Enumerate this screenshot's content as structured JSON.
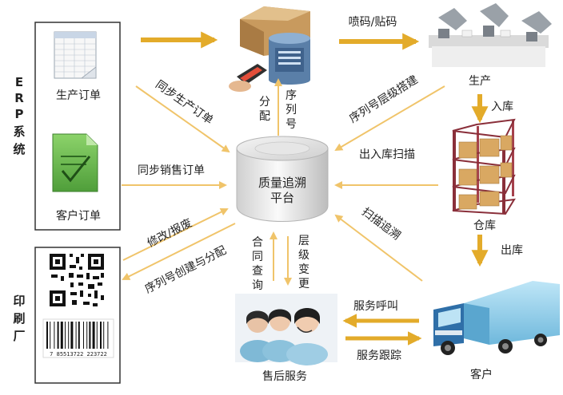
{
  "sidebar": {
    "erp_label": [
      "E",
      "R",
      "P",
      "系",
      "统"
    ],
    "printer_label": [
      "印",
      "刷",
      "厂"
    ]
  },
  "nodes": {
    "production_order": "生产订单",
    "customer_order": "客户订单",
    "platform": [
      "质量追溯",
      "平台"
    ],
    "production": "生产",
    "warehouse": "仓库",
    "customer": "客户",
    "after_sales": "售后服务"
  },
  "edges": {
    "print_code": "喷码/贴码",
    "sync_production_order": "同步生产订单",
    "sync_sales_order": "同步销售订单",
    "modify_scrap": "修改/报废",
    "serial_create": "序列号创建与分配",
    "assign_serial": [
      "分",
      "配"
    ],
    "serial_number": [
      "序",
      "列",
      "号"
    ],
    "serial_hierarchy": "序列号层级搭建",
    "inout_scan": "出入库扫描",
    "scan_trace": "扫描追溯",
    "into_storage": "入库",
    "out_storage": "出库",
    "joint_query": [
      "合",
      "同",
      "查",
      "询"
    ],
    "level_change": [
      "层",
      "级",
      "变",
      "更"
    ],
    "service_call": "服务呼叫",
    "service_track": "服务跟踪"
  },
  "barcode_digits": "7 85513722 223722",
  "colors": {
    "arrow": "#e3ab2a",
    "box_border": "#333333",
    "accent": "#4a90c8"
  }
}
